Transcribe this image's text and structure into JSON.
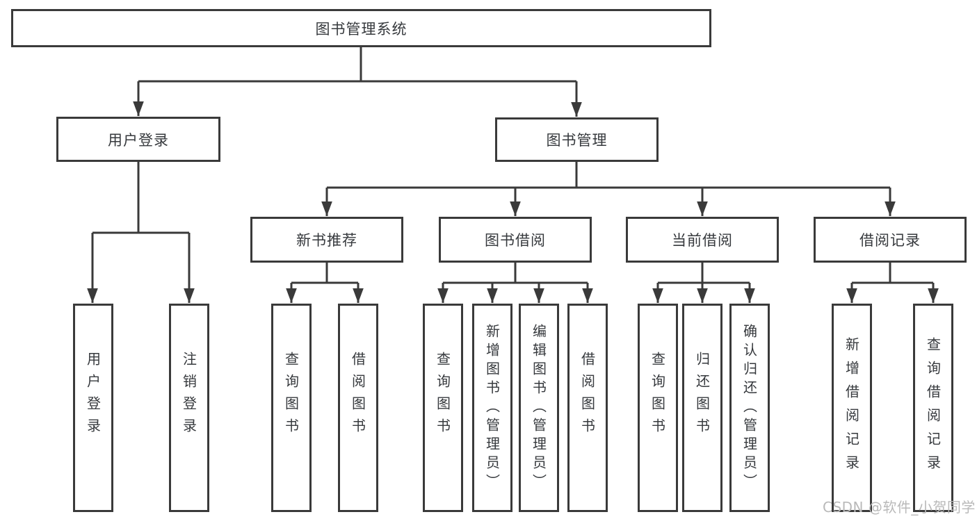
{
  "tree": {
    "root": {
      "label": "图书管理系统",
      "children": [
        {
          "label": "用户登录",
          "children": [
            {
              "label": "用户登录"
            },
            {
              "label": "注销登录"
            }
          ]
        },
        {
          "label": "图书管理",
          "children": [
            {
              "label": "新书推荐",
              "children": [
                {
                  "label": "查询图书"
                },
                {
                  "label": "借阅图书"
                }
              ]
            },
            {
              "label": "图书借阅",
              "children": [
                {
                  "label": "查询图书"
                },
                {
                  "label": "新增图书（管理员）"
                },
                {
                  "label": "编辑图书（管理员）"
                },
                {
                  "label": "借阅图书"
                }
              ]
            },
            {
              "label": "当前借阅",
              "children": [
                {
                  "label": "查询图书"
                },
                {
                  "label": "归还图书"
                },
                {
                  "label": "确认归还（管理员）"
                }
              ]
            },
            {
              "label": "借阅记录",
              "children": [
                {
                  "label": "新增借阅记录"
                },
                {
                  "label": "查询借阅记录"
                }
              ]
            }
          ]
        }
      ]
    }
  },
  "watermark": {
    "text": "CSDN @软件_小贺同学"
  },
  "colors": {
    "line": "#3a3a3a",
    "text": "#36393d",
    "watermark": "#b9b9b9",
    "background": "#ffffff"
  }
}
